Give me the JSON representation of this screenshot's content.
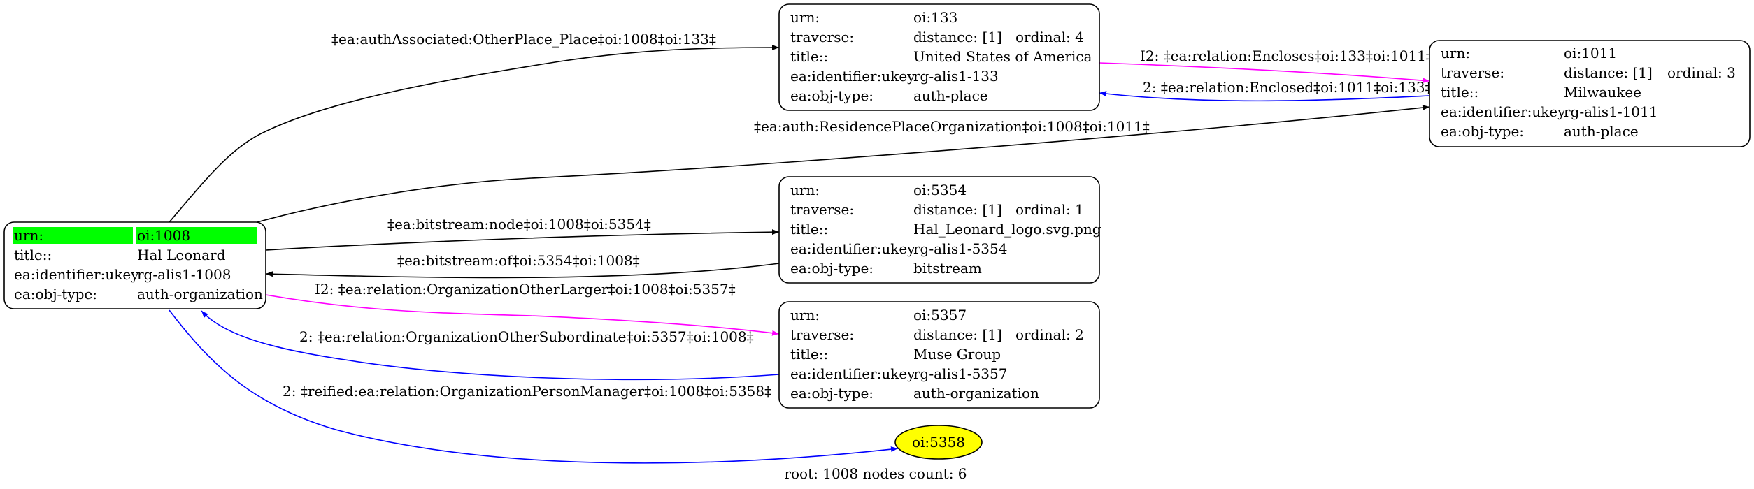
{
  "colors": {
    "default_edge": "#000000",
    "magenta_edge": "#ff00ff",
    "blue_edge": "#0000ff",
    "root_highlight": "#00ff00",
    "ellipse_fill": "#ffff00"
  },
  "nodes": {
    "oi1008": {
      "rows": [
        {
          "key": "urn:",
          "value": "oi:1008"
        },
        {
          "key": "title::",
          "value": "Hal Leonard"
        },
        {
          "key": "ea:identifier:ukey",
          "value": "rg-alis1-1008"
        },
        {
          "key": "ea:obj-type:",
          "value": "auth-organization"
        }
      ]
    },
    "oi133": {
      "rows": [
        {
          "key": "urn:",
          "value": "oi:133",
          "extra": ""
        },
        {
          "key": "traverse:",
          "value": "distance: [1]",
          "extra": "ordinal: 4"
        },
        {
          "key": "title::",
          "value": "United States of America",
          "extra": ""
        },
        {
          "key": "ea:identifier:ukey",
          "value": "rg-alis1-133",
          "extra": ""
        },
        {
          "key": "ea:obj-type:",
          "value": "auth-place",
          "extra": ""
        }
      ]
    },
    "oi1011": {
      "rows": [
        {
          "key": "urn:",
          "value": "oi:1011",
          "extra": ""
        },
        {
          "key": "traverse:",
          "value": "distance: [1]",
          "extra": "ordinal: 3"
        },
        {
          "key": "title::",
          "value": "Milwaukee",
          "extra": ""
        },
        {
          "key": "ea:identifier:ukey",
          "value": "rg-alis1-1011",
          "extra": ""
        },
        {
          "key": "ea:obj-type:",
          "value": "auth-place",
          "extra": ""
        }
      ]
    },
    "oi5354": {
      "rows": [
        {
          "key": "urn:",
          "value": "oi:5354",
          "extra": ""
        },
        {
          "key": "traverse:",
          "value": "distance: [1]",
          "extra": "ordinal: 1"
        },
        {
          "key": "title::",
          "value": "Hal_Leonard_logo.svg.png",
          "extra": ""
        },
        {
          "key": "ea:identifier:ukey",
          "value": "rg-alis1-5354",
          "extra": ""
        },
        {
          "key": "ea:obj-type:",
          "value": "bitstream",
          "extra": ""
        }
      ]
    },
    "oi5357": {
      "rows": [
        {
          "key": "urn:",
          "value": "oi:5357",
          "extra": ""
        },
        {
          "key": "traverse:",
          "value": "distance: [1]",
          "extra": "ordinal: 2"
        },
        {
          "key": "title::",
          "value": "Muse Group",
          "extra": ""
        },
        {
          "key": "ea:identifier:ukey",
          "value": "rg-alis1-5357",
          "extra": ""
        },
        {
          "key": "ea:obj-type:",
          "value": "auth-organization",
          "extra": ""
        }
      ]
    },
    "oi5358": {
      "label": "oi:5358"
    }
  },
  "edges": {
    "auth_associated": "‡ea:authAssociated:OtherPlace_Place‡oi:1008‡oi:133‡",
    "residence": "‡ea:auth:ResidencePlaceOrganization‡oi:1008‡oi:1011‡",
    "encloses": "I2: ‡ea:relation:Encloses‡oi:133‡oi:1011‡",
    "enclosed": "2: ‡ea:relation:Enclosed‡oi:1011‡oi:133‡",
    "bitstream_node": "‡ea:bitstream:node‡oi:1008‡oi:5354‡",
    "bitstream_of": "‡ea:bitstream:of‡oi:5354‡oi:1008‡",
    "org_other_larger": "I2: ‡ea:relation:OrganizationOtherLarger‡oi:1008‡oi:5357‡",
    "org_other_subordinate": "2: ‡ea:relation:OrganizationOtherSubordinate‡oi:5357‡oi:1008‡",
    "person_manager": "2: ‡reified:ea:relation:OrganizationPersonManager‡oi:1008‡oi:5358‡"
  },
  "footer": "root: 1008 nodes count: 6"
}
